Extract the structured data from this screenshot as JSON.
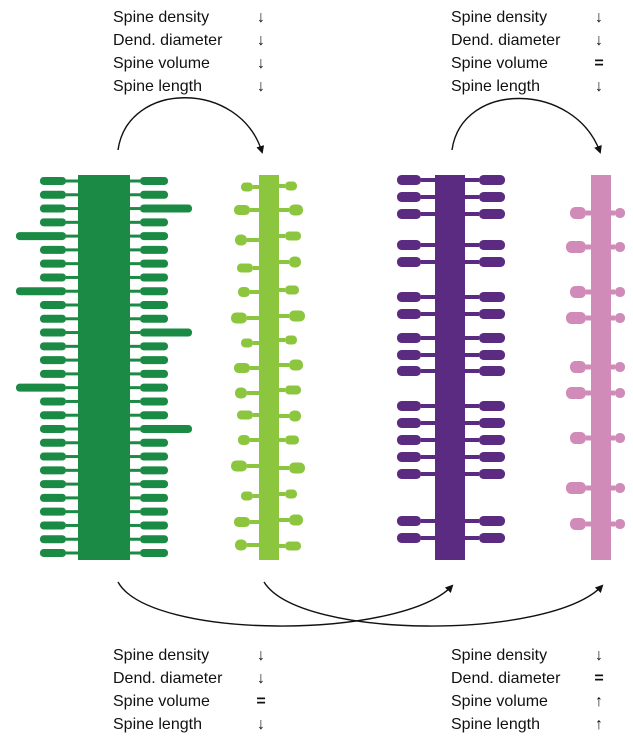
{
  "legends": {
    "top_left": {
      "rows": [
        {
          "label": "Spine density",
          "symbol": "↓"
        },
        {
          "label": "Dend. diameter",
          "symbol": "↓"
        },
        {
          "label": "Spine volume",
          "symbol": "↓"
        },
        {
          "label": "Spine length",
          "symbol": "↓"
        }
      ]
    },
    "top_right": {
      "rows": [
        {
          "label": "Spine density",
          "symbol": "↓"
        },
        {
          "label": "Dend. diameter",
          "symbol": "↓"
        },
        {
          "label": "Spine volume",
          "symbol": "="
        },
        {
          "label": "Spine length",
          "symbol": "↓"
        }
      ]
    },
    "bottom_left": {
      "rows": [
        {
          "label": "Spine density",
          "symbol": "↓"
        },
        {
          "label": "Dend. diameter",
          "symbol": "↓"
        },
        {
          "label": "Spine volume",
          "symbol": "="
        },
        {
          "label": "Spine length",
          "symbol": "↓"
        }
      ]
    },
    "bottom_right": {
      "rows": [
        {
          "label": "Spine density",
          "symbol": "↓"
        },
        {
          "label": "Dend. diameter",
          "symbol": "="
        },
        {
          "label": "Spine volume",
          "symbol": "↑"
        },
        {
          "label": "Spine length",
          "symbol": "↑"
        }
      ]
    }
  },
  "colors": {
    "dendrite_1": "#1b8a44",
    "dendrite_2": "#8cc63f",
    "dendrite_3": "#5b2b82",
    "dendrite_4": "#d08bb8",
    "arrow": "#111111"
  }
}
